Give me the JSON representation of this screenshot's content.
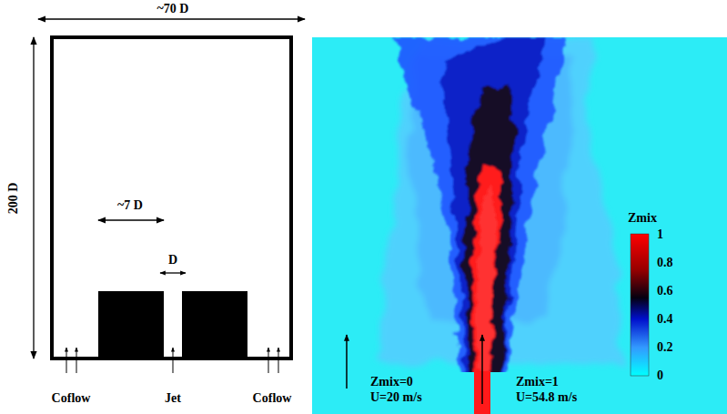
{
  "diagram": {
    "labels": [
      "~70 D",
      "200 D",
      "~7 D",
      "D",
      "Coflow",
      "Jet",
      "Coflow",
      "Zmix=0",
      "U=20 m/s",
      "Zmix=1",
      "U=54.8 m/s",
      "Zmix",
      "1",
      "0.8",
      "0.6",
      "0.4",
      "0.2",
      "0"
    ]
  }
}
